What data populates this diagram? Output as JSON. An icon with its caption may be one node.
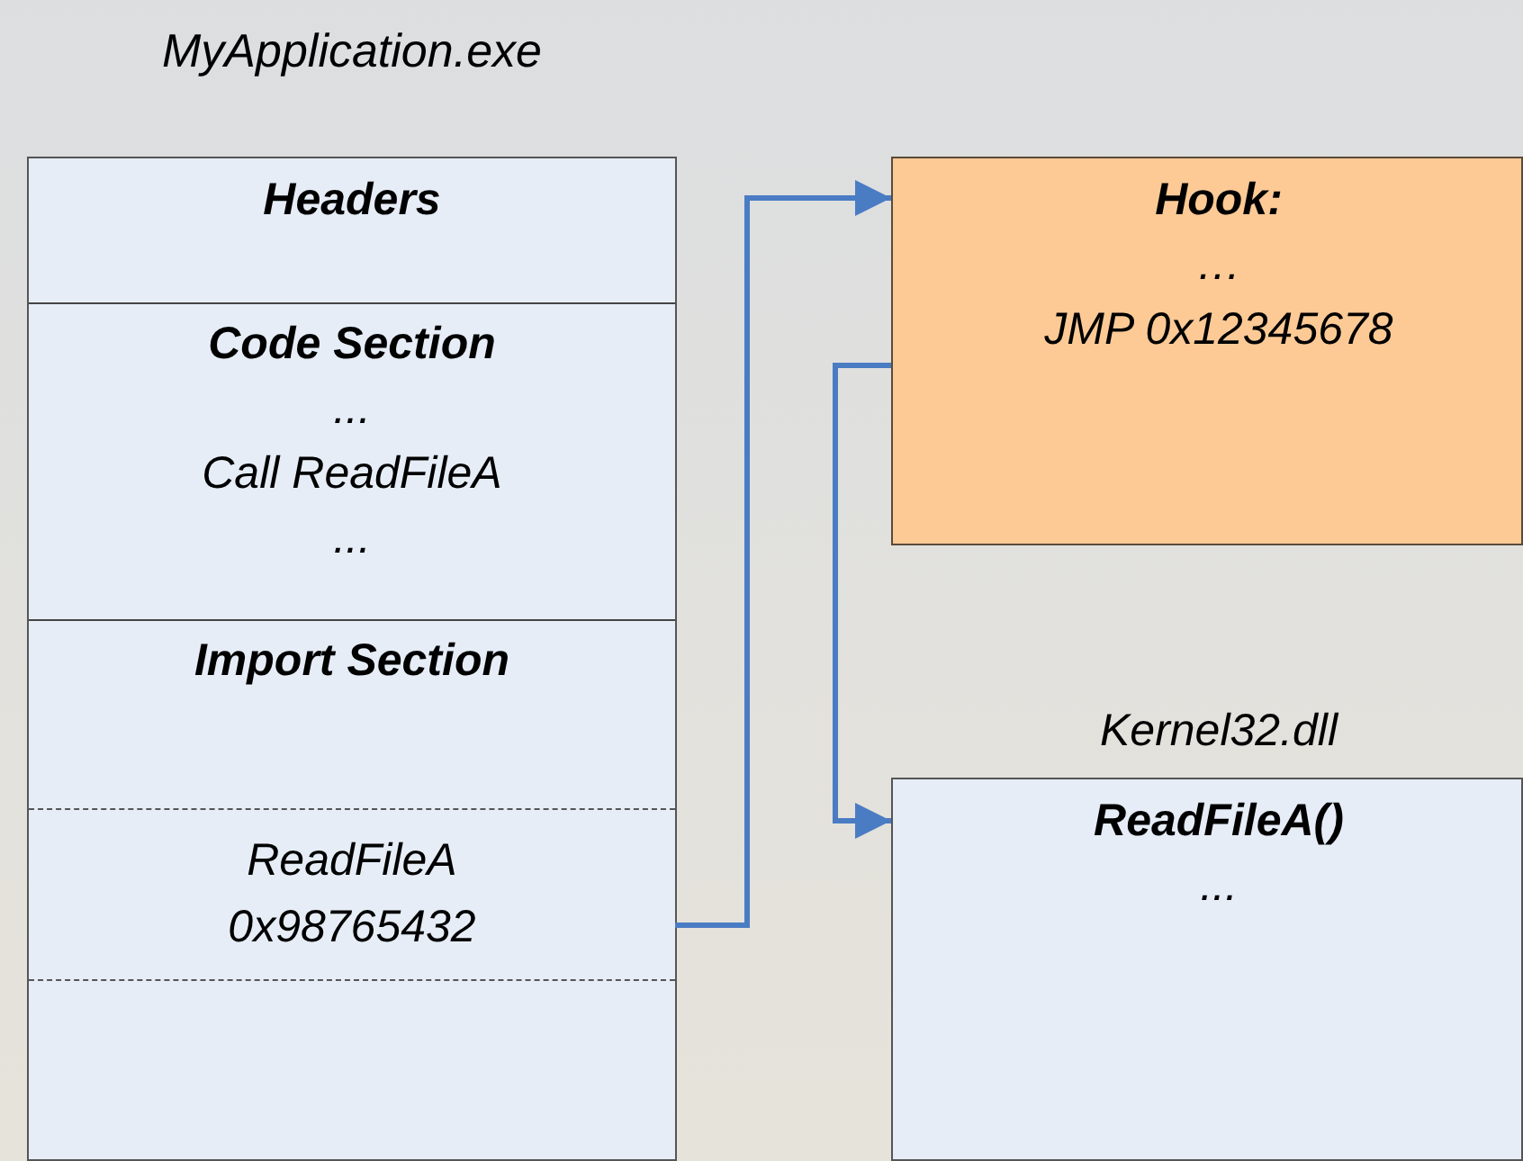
{
  "diagram": {
    "nodes": [
      {
        "text": [
          "MyApplication.exe"
        ]
      },
      {
        "text": [
          "Headers"
        ],
        "in": 0
      },
      {
        "text": [
          "Code Section",
          "...",
          "Call ReadFileA",
          "..."
        ],
        "in": 0
      },
      {
        "text": [
          "Import Section"
        ],
        "in": 0
      },
      {
        "text": [
          "ReadFileA 0x98765432"
        ],
        "in": 3
      },
      {
        "text": [
          "Hook:",
          "…",
          "JMP 0x12345678"
        ]
      },
      {
        "text": [
          "Kernel32.dll",
          "ReadFileA()",
          "..."
        ]
      }
    ],
    "edges": [
      {
        "from": 4,
        "to": 5,
        "arrow": "to"
      },
      {
        "from": 5,
        "to": 6,
        "arrow": "to"
      }
    ]
  }
}
